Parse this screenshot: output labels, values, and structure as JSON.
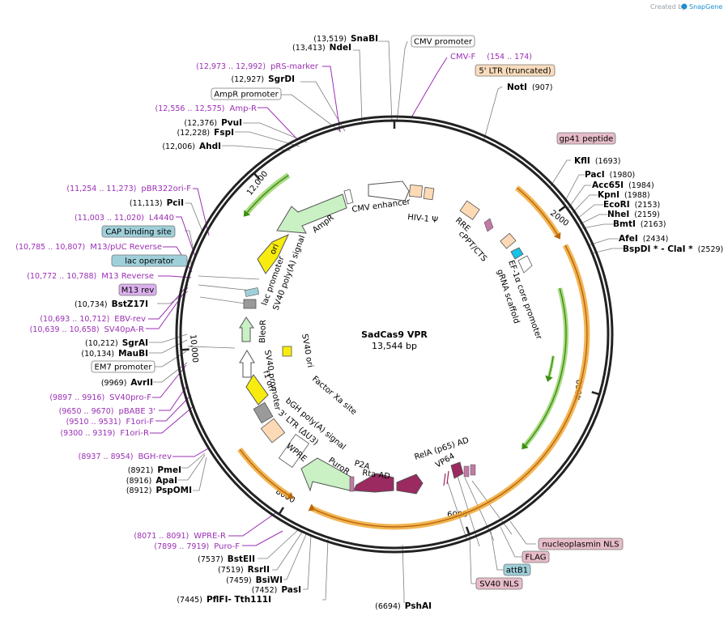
{
  "branding": {
    "created_by": "Created by",
    "app": "SnapGene"
  },
  "plasmid": {
    "name": "SadCas9 VPR",
    "length": "13,544 bp",
    "total_bp": 13544
  },
  "colors": {
    "orange_feature": "#f0a835",
    "orange_inner": "#b8660b",
    "green_feature": "#9bd36e",
    "green_inner": "#3c8f0f",
    "primer": "#9b2fb5",
    "box_pink": "#e7bcc8",
    "box_blue": "#9fd0da",
    "box_peach": "#f9dcbd",
    "box_purple": "#dcb0ee",
    "cds_maroon": "#9a2a60",
    "ori_yellow": "#f8ec0f",
    "cds_light_green": "#c9f1c4",
    "ltr_peach": "#fdd9b5",
    "grey_feature": "#9a9a9a",
    "cyan_feature": "#17c3e6",
    "white_feature": "#ffffff"
  },
  "ticks": [
    {
      "bp": 0,
      "label": ""
    },
    {
      "bp": 2000,
      "label": "2000"
    },
    {
      "bp": 4000,
      "label": "4000"
    },
    {
      "bp": 6000,
      "label": "6000"
    },
    {
      "bp": 8000,
      "label": "8000"
    },
    {
      "bp": 10000,
      "label": "10,000"
    },
    {
      "bp": 12000,
      "label": "12,000"
    }
  ],
  "enzymes": [
    {
      "name": "SnaBI",
      "pos": "(13,519)"
    },
    {
      "name": "NdeI",
      "pos": "(13,413)"
    },
    {
      "name": "SgrDI",
      "pos": "(12,927)"
    },
    {
      "name": "PvuI",
      "pos": "(12,376)"
    },
    {
      "name": "FspI",
      "pos": "(12,228)"
    },
    {
      "name": "AhdI",
      "pos": "(12,006)"
    },
    {
      "name": "PciI",
      "pos": "(11,113)"
    },
    {
      "name": "BstZ17I",
      "pos": "(10,734)"
    },
    {
      "name": "SgrAI",
      "pos": "(10,212)"
    },
    {
      "name": "MauBI",
      "pos": "(10,134)"
    },
    {
      "name": "AvrII",
      "pos": "(9969)"
    },
    {
      "name": "PmeI",
      "pos": "(8921)"
    },
    {
      "name": "ApaI",
      "pos": "(8916)"
    },
    {
      "name": "PspOMI",
      "pos": "(8912)"
    },
    {
      "name": "BstEII",
      "pos": "(7537)"
    },
    {
      "name": "RsrII",
      "pos": "(7519)"
    },
    {
      "name": "BsiWI",
      "pos": "(7459)"
    },
    {
      "name": "PasI",
      "pos": "(7452)"
    },
    {
      "name": "PflFI",
      "pos": "(7445)",
      "extra": "- Tth111I"
    },
    {
      "name": "PshAI",
      "pos": "(6694)"
    },
    {
      "name": "NotI",
      "pos": "(907)"
    },
    {
      "name": "KflI",
      "pos": "(1693)"
    },
    {
      "name": "PacI",
      "pos": "(1980)"
    },
    {
      "name": "Acc65I",
      "pos": "(1984)"
    },
    {
      "name": "KpnI",
      "pos": "(1988)"
    },
    {
      "name": "EcoRI",
      "pos": "(2153)"
    },
    {
      "name": "NheI",
      "pos": "(2159)"
    },
    {
      "name": "BmtI",
      "pos": "(2163)"
    },
    {
      "name": "AfeI",
      "pos": "(2434)"
    },
    {
      "name": "BspDI * - ClaI *",
      "pos": "(2529)"
    }
  ],
  "primers": [
    {
      "name": "pRS-marker",
      "range": "(12,973 .. 12,992)"
    },
    {
      "name": "Amp-R",
      "range": "(12,556 .. 12,575)"
    },
    {
      "name": "pBR322ori-F",
      "range": "(11,254 .. 11,273)"
    },
    {
      "name": "L4440",
      "range": "(11,003 .. 11,020)"
    },
    {
      "name": "M13/pUC Reverse",
      "range": "(10,785 .. 10,807)"
    },
    {
      "name": "M13 Reverse",
      "range": "(10,772 .. 10,788)"
    },
    {
      "name": "EBV-rev",
      "range": "(10,693 .. 10,712)"
    },
    {
      "name": "SV40pA-R",
      "range": "(10,639 .. 10,658)"
    },
    {
      "name": "SV40pro-F",
      "range": "(9897 .. 9916)"
    },
    {
      "name": "pBABE 3'",
      "range": "(9650 .. 9670)"
    },
    {
      "name": "F1ori-F",
      "range": "(9510 .. 9531)"
    },
    {
      "name": "F1ori-R",
      "range": "(9300 .. 9319)"
    },
    {
      "name": "BGH-rev",
      "range": "(8937 .. 8954)"
    },
    {
      "name": "WPRE-R",
      "range": "(8071 .. 8091)"
    },
    {
      "name": "Puro-F",
      "range": "(7899 .. 7919)"
    },
    {
      "name": "CMV-F",
      "range": "(154 .. 174)"
    }
  ],
  "boxed_labels": [
    {
      "text": "CMV promoter"
    },
    {
      "text": "5' LTR (truncated)"
    },
    {
      "text": "AmpR promoter"
    },
    {
      "text": "CAP binding site"
    },
    {
      "text": "lac operator"
    },
    {
      "text": "M13 rev"
    },
    {
      "text": "EM7 promoter"
    },
    {
      "text": "gp41 peptide"
    },
    {
      "text": "nucleoplasmin NLS"
    },
    {
      "text": "FLAG"
    },
    {
      "text": "attB1"
    },
    {
      "text": "SV40 NLS"
    }
  ],
  "features": [
    {
      "text": "CMV enhancer"
    },
    {
      "text": "HIV-1 Ψ"
    },
    {
      "text": "RRE"
    },
    {
      "text": "cPPT/CTS"
    },
    {
      "text": "EF-1α core promoter"
    },
    {
      "text": "gRNA scaffold"
    },
    {
      "text": "AmpR"
    },
    {
      "text": "ori"
    },
    {
      "text": "lac promoter"
    },
    {
      "text": "SV40 poly(A) signal"
    },
    {
      "text": "BleoR"
    },
    {
      "text": "SV40 promoter"
    },
    {
      "text": "f1 ori"
    },
    {
      "text": "SV40 ori"
    },
    {
      "text": "Factor Xa site"
    },
    {
      "text": "bGH poly(A) signal"
    },
    {
      "text": "3' LTR (ΔU3)"
    },
    {
      "text": "WPRE"
    },
    {
      "text": "PuroR"
    },
    {
      "text": "P2A"
    },
    {
      "text": "Rta AD"
    },
    {
      "text": "RelA (p65) AD"
    },
    {
      "text": "VP64"
    }
  ]
}
